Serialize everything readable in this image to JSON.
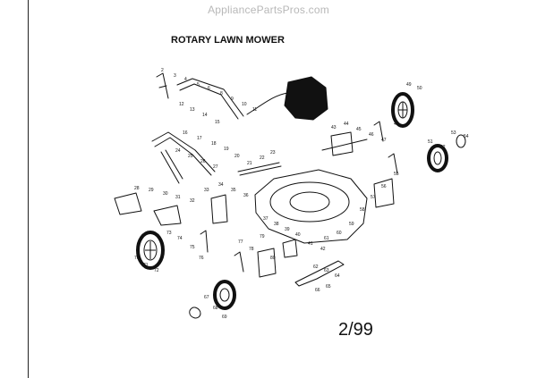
{
  "watermark": "AppliancePartsPros.com",
  "title": "ROTARY LAWN MOWER",
  "date_code": "2/99",
  "part_numbers": [
    "2",
    "3",
    "4",
    "5",
    "6",
    "8",
    "9",
    "10",
    "11",
    "12",
    "13",
    "14",
    "15",
    "16",
    "17",
    "18",
    "19",
    "20",
    "21",
    "22",
    "23",
    "24",
    "25",
    "26",
    "27",
    "28",
    "29",
    "30",
    "31",
    "32",
    "33",
    "34",
    "35",
    "36",
    "37",
    "38",
    "39",
    "40",
    "41",
    "42",
    "43",
    "44",
    "45",
    "46",
    "47",
    "48",
    "49",
    "50",
    "51",
    "52",
    "53",
    "54",
    "55",
    "56",
    "57",
    "58",
    "59",
    "60",
    "61",
    "62",
    "63",
    "64",
    "65",
    "66",
    "67",
    "68",
    "69",
    "70",
    "71",
    "72",
    "73",
    "74",
    "75",
    "76",
    "77",
    "78",
    "79",
    "80"
  ]
}
